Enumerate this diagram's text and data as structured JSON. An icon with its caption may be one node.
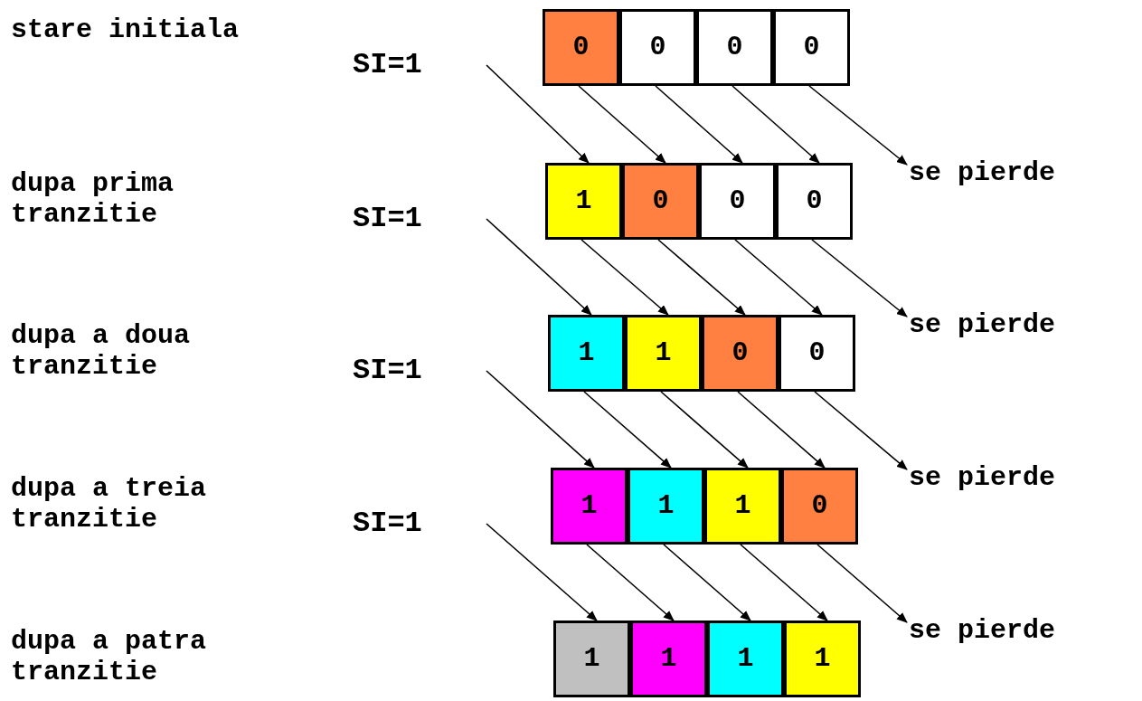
{
  "diagram": {
    "nodes": [
      {
        "text": [
          "SI=1"
        ]
      },
      {
        "text": [
          "0"
        ]
      },
      {
        "text": [
          "0"
        ]
      },
      {
        "text": [
          "0"
        ]
      },
      {
        "text": [
          "0"
        ]
      },
      {
        "text": [
          "SI=1"
        ]
      },
      {
        "text": [
          "1"
        ]
      },
      {
        "text": [
          "0"
        ]
      },
      {
        "text": [
          "0"
        ]
      },
      {
        "text": [
          "0"
        ]
      },
      {
        "text": [
          "se pierde"
        ]
      },
      {
        "text": [
          "SI=1"
        ]
      },
      {
        "text": [
          "1"
        ]
      },
      {
        "text": [
          "1"
        ]
      },
      {
        "text": [
          "0"
        ]
      },
      {
        "text": [
          "0"
        ]
      },
      {
        "text": [
          "se pierde"
        ]
      },
      {
        "text": [
          "SI=1"
        ]
      },
      {
        "text": [
          "1"
        ]
      },
      {
        "text": [
          "1"
        ]
      },
      {
        "text": [
          "1"
        ]
      },
      {
        "text": [
          "0"
        ]
      },
      {
        "text": [
          "se pierde"
        ]
      },
      {
        "text": [
          "1"
        ]
      },
      {
        "text": [
          "1"
        ]
      },
      {
        "text": [
          "1"
        ]
      },
      {
        "text": [
          "1"
        ]
      },
      {
        "text": [
          "se pierde"
        ]
      }
    ],
    "edges": [
      {
        "from": 0,
        "to": 6,
        "arrow": "to"
      },
      {
        "from": 1,
        "to": 7,
        "arrow": "to"
      },
      {
        "from": 2,
        "to": 8,
        "arrow": "to"
      },
      {
        "from": 3,
        "to": 9,
        "arrow": "to"
      },
      {
        "from": 4,
        "to": 10,
        "arrow": "to"
      },
      {
        "from": 5,
        "to": 12,
        "arrow": "to"
      },
      {
        "from": 6,
        "to": 13,
        "arrow": "to"
      },
      {
        "from": 7,
        "to": 14,
        "arrow": "to"
      },
      {
        "from": 8,
        "to": 15,
        "arrow": "to"
      },
      {
        "from": 9,
        "to": 16,
        "arrow": "to"
      },
      {
        "from": 11,
        "to": 18,
        "arrow": "to"
      },
      {
        "from": 12,
        "to": 19,
        "arrow": "to"
      },
      {
        "from": 13,
        "to": 20,
        "arrow": "to"
      },
      {
        "from": 14,
        "to": 21,
        "arrow": "to"
      },
      {
        "from": 15,
        "to": 22,
        "arrow": "to"
      },
      {
        "from": 17,
        "to": 23,
        "arrow": "to"
      },
      {
        "from": 18,
        "to": 24,
        "arrow": "to"
      },
      {
        "from": 19,
        "to": 25,
        "arrow": "to"
      },
      {
        "from": 20,
        "to": 26,
        "arrow": "to"
      },
      {
        "from": 21,
        "to": 27,
        "arrow": "to"
      }
    ],
    "labels": [
      "stare initiala",
      "dupa prima tranzitie",
      "dupa a doua tranzitie",
      "dupa a treia tranzitie",
      "dupa a patra tranzitie"
    ]
  }
}
